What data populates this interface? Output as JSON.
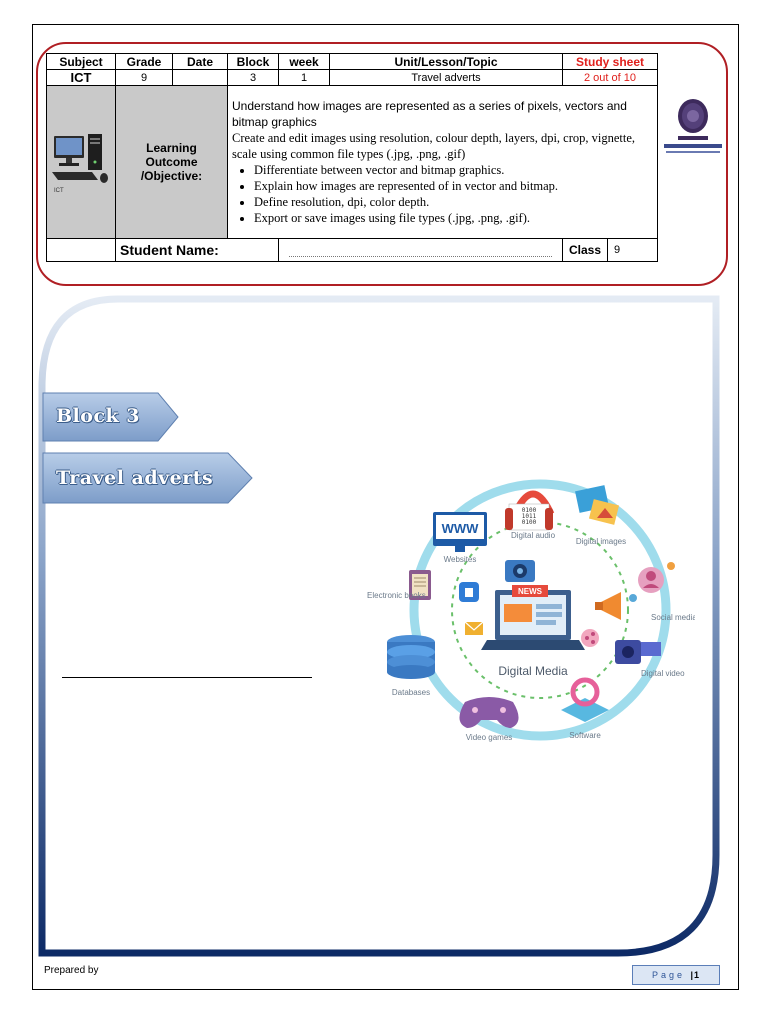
{
  "table": {
    "headers": [
      "Subject",
      "Grade",
      "Date",
      "Block",
      "week",
      "Unit/Lesson/Topic",
      "Study sheet"
    ],
    "values": {
      "subject": "ICT",
      "grade": "9",
      "date": "",
      "block": "3",
      "week": "1",
      "topic": "Travel adverts",
      "sheet": "2 out of 10"
    },
    "learning_outcome_label": "Learning Outcome /Objective:",
    "objectives_intro": [
      "Understand how images are represented as a series of pixels, vectors and bitmap graphics",
      "Create and edit images using resolution, colour depth, layers, dpi, crop, vignette, scale using common file types (.jpg, .png, .gif)"
    ],
    "objectives_bullets": [
      "Differentiate between vector and bitmap graphics.",
      "Explain how images are represented of in vector and bitmap.",
      "Define resolution, dpi, color depth.",
      "Export or save images using file types (.jpg, .png, .gif)."
    ],
    "student_name_label": "Student Name:",
    "class_label": "Class",
    "class_value": "9",
    "pc_caption": "ICT"
  },
  "ribbons": {
    "block": "Block 3",
    "topic": "Travel adverts"
  },
  "graphic": {
    "center_label": "Digital Media",
    "news_label": "NEWS",
    "www_label": "WWW",
    "binary_label": "0100\n1011\n0100",
    "items": [
      "Websites",
      "Digital audio",
      "Digital images",
      "Electronic books",
      "Social media",
      "Digital video",
      "Databases",
      "Video games",
      "Software"
    ]
  },
  "footer": {
    "prepared_by": "Prepared by",
    "page_word": "Page",
    "page_number": "1"
  }
}
